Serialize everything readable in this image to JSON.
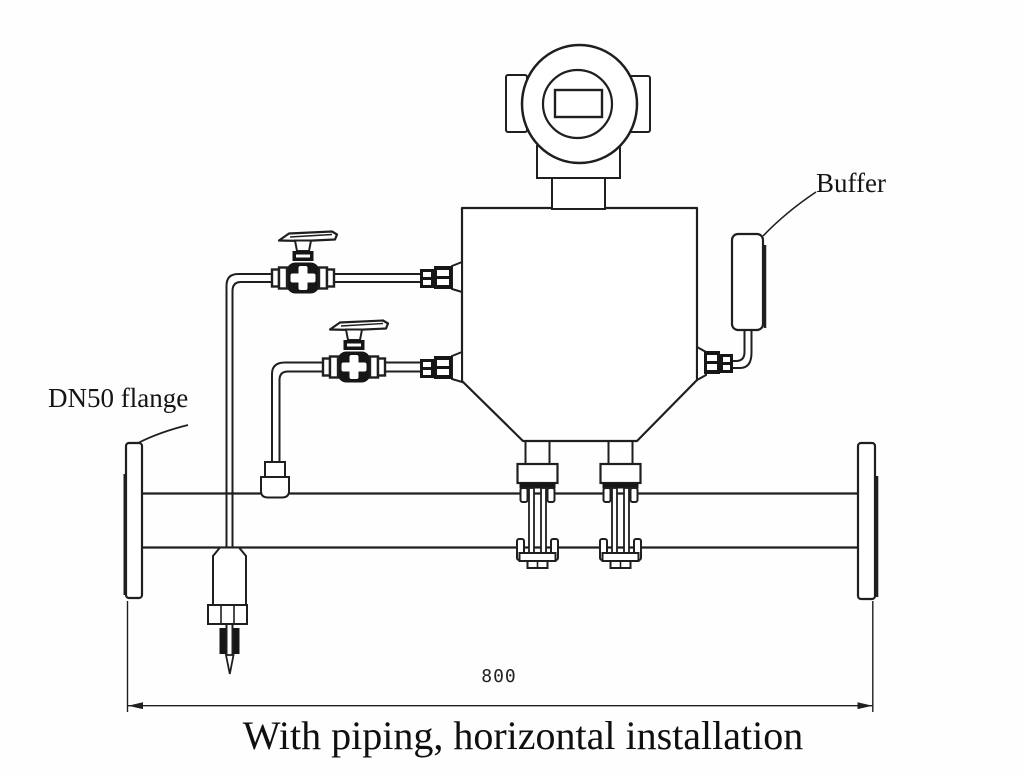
{
  "figure": {
    "caption": "With piping, horizontal installation",
    "annotations": {
      "flange_label": "DN50 flange",
      "buffer_label": "Buffer",
      "pipe_length_dimension": "800"
    },
    "colors": {
      "ink": "#1f1f1f",
      "fill": "#ffffff",
      "background": "#fefefe"
    }
  }
}
